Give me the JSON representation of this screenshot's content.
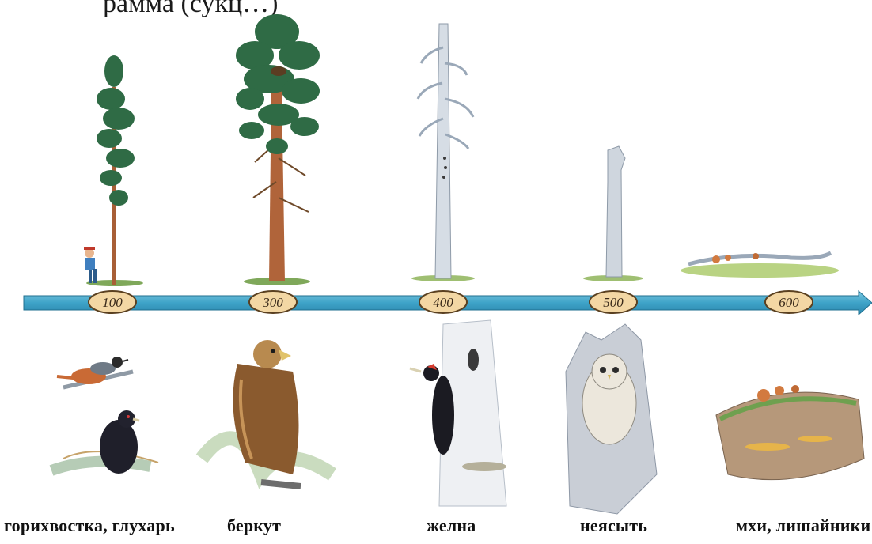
{
  "title_fragment": "рамма (сукц…)",
  "timeline": {
    "ages": [
      "100",
      "300",
      "400",
      "500",
      "600"
    ]
  },
  "stages": [
    {
      "tree": "young-pine",
      "animals": [
        "redstart",
        "capercaillie"
      ],
      "caption": "горихвостка, глухарь"
    },
    {
      "tree": "mature-pine",
      "animals": [
        "golden-eagle"
      ],
      "caption": "беркут"
    },
    {
      "tree": "dead-pine",
      "animals": [
        "black-woodpecker"
      ],
      "caption": "желна"
    },
    {
      "tree": "snag",
      "animals": [
        "ural-owl"
      ],
      "caption": "неясыть"
    },
    {
      "tree": "fallen-log",
      "animals": [
        "mosses-lichens"
      ],
      "caption": "мхи, лишайники"
    }
  ],
  "colors": {
    "river": "#3ea3c8",
    "oval_fill": "#f3d7a4",
    "oval_stroke": "#5a4020",
    "pine_foliage": "#2f6b45",
    "pine_trunk": "#b0643a",
    "dead_wood": "#c9d2dc"
  }
}
